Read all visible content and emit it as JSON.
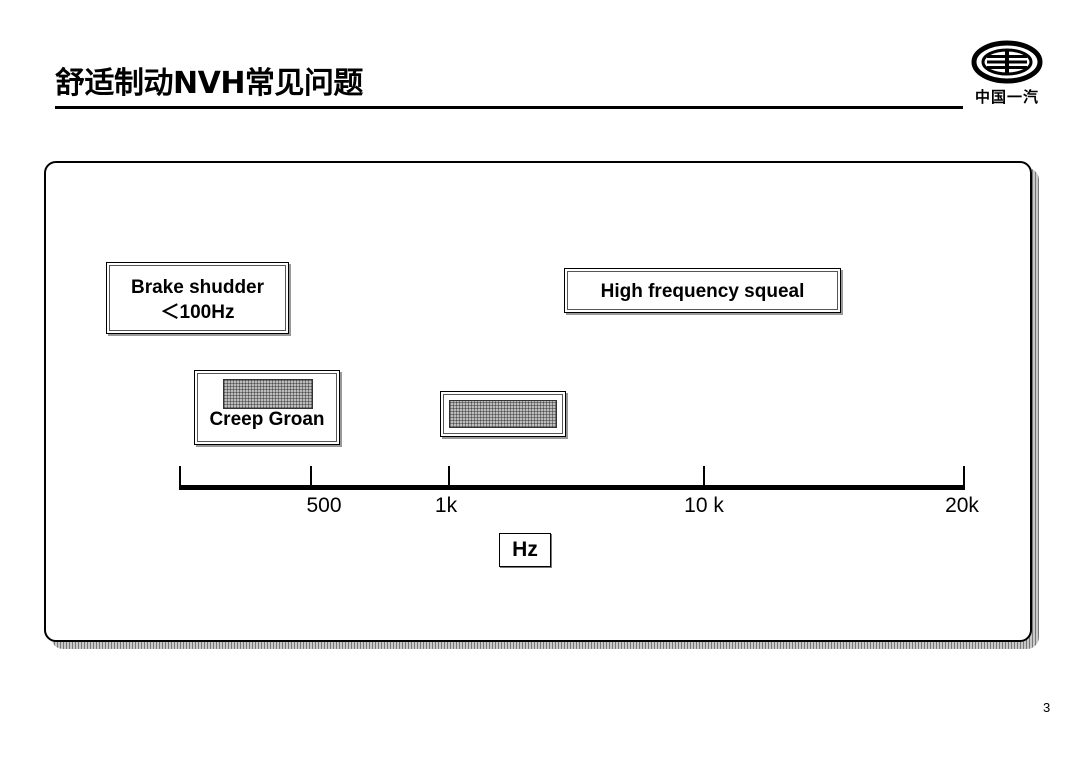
{
  "header": {
    "title": "舒适制动NVH常见问题",
    "logo_text": "中国一汽"
  },
  "diagram": {
    "labels": {
      "brake_shudder_line1": "Brake shudder",
      "brake_shudder_line2": "＜100Hz",
      "high_frequency_squeal": "High frequency squeal",
      "creep_groan": "Creep Groan"
    },
    "axis": {
      "ticks": [
        "500",
        "1k",
        "10 k",
        "20k"
      ],
      "unit": "Hz"
    }
  },
  "footer": {
    "page_number": "3"
  }
}
